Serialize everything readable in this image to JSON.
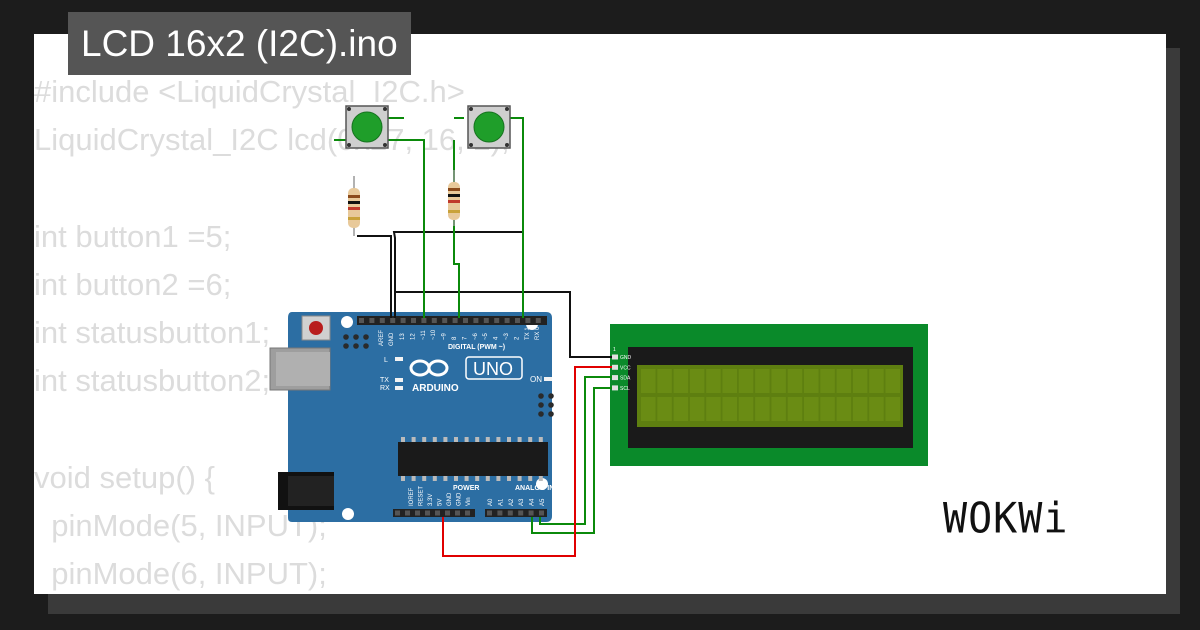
{
  "title": "LCD 16x2 (I2C).ino",
  "code_lines": [
    "#include <LiquidCrystal_I2C.h>",
    "LiquidCrystal_I2C lcd(0x27, 16, 2);",
    "",
    "int button1 =5;",
    "int button2 =6;",
    "int statusbutton1;",
    "int statusbutton2;",
    "",
    "void setup() {",
    "  pinMode(5, INPUT);",
    "  pinMode(6, INPUT);"
  ],
  "arduino": {
    "brand": "ARDUINO",
    "model": "UNO",
    "digital_label": "DIGITAL (PWM ~)",
    "power_label": "POWER",
    "analog_label": "ANALOG IN",
    "on_label": "ON",
    "l_label": "L",
    "tx_label": "TX",
    "rx_label": "RX",
    "aref_label": "AREF",
    "gnd_label": "GND",
    "digital_pins": [
      "13",
      "12",
      "~11",
      "~10",
      "~9",
      "8",
      "7",
      "~6",
      "~5",
      "4",
      "~3",
      "2",
      "TX 1",
      "RX 0"
    ],
    "power_pins": [
      "IOREF",
      "RESET",
      "3.3V",
      "5V",
      "GND",
      "GND",
      "Vin"
    ],
    "analog_pins": [
      "A0",
      "A1",
      "A2",
      "A3",
      "A4",
      "A5"
    ]
  },
  "lcd": {
    "pin_one": "1",
    "pin_labels": [
      "GND",
      "VCC",
      "SDA",
      "SCL"
    ]
  },
  "logo": "WOKWi",
  "colors": {
    "board": "#2c6ea3",
    "lcd_pcb": "#0a8a2a",
    "lcd_screen": "#5e7f10",
    "wire_green": "#0b8a0b",
    "wire_red": "#e00000",
    "wire_black": "#111111"
  }
}
